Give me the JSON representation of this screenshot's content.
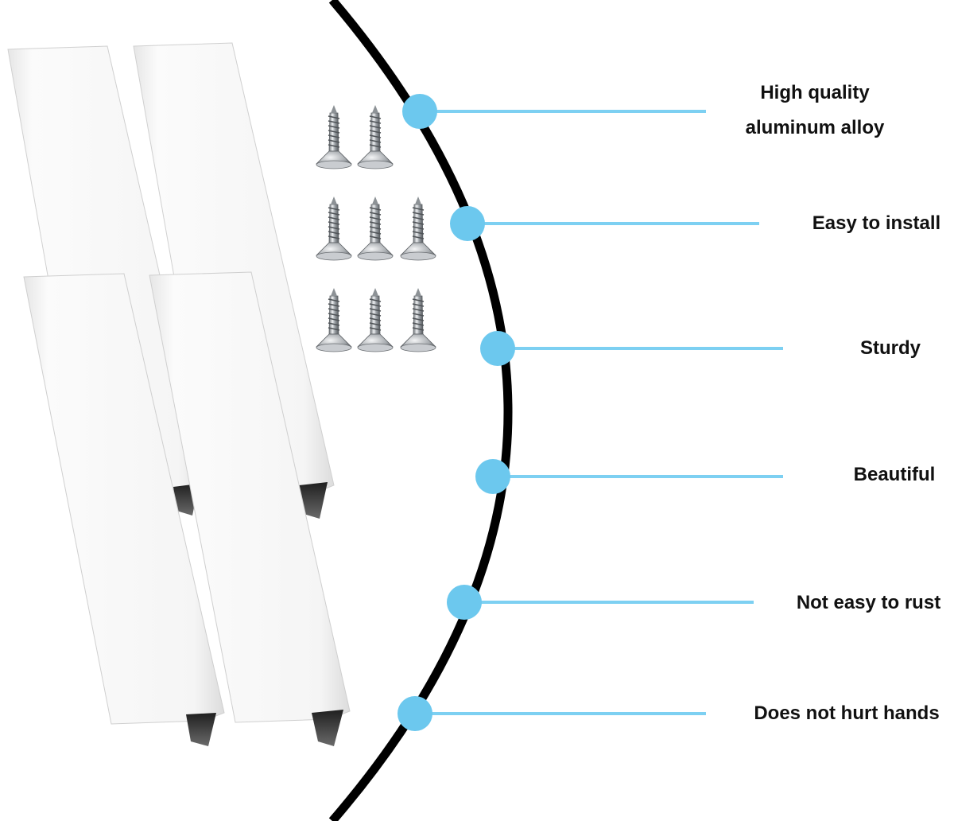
{
  "features": [
    {
      "label": "High quality aluminum alloy",
      "lines": [
        "High quality",
        "aluminum alloy"
      ]
    },
    {
      "label": "Easy to install",
      "lines": [
        "Easy to install"
      ]
    },
    {
      "label": "Sturdy",
      "lines": [
        "Sturdy"
      ]
    },
    {
      "label": "Beautiful",
      "lines": [
        "Beautiful"
      ]
    },
    {
      "label": "Not easy to rust",
      "lines": [
        "Not easy to rust"
      ]
    },
    {
      "label": "Does not hurt hands",
      "lines": [
        "Does not hurt hands"
      ]
    }
  ],
  "product": {
    "name": "white-aluminum-edge-pull-handles",
    "handle_count": 4,
    "screw_count": 8
  },
  "colors": {
    "accent_dot": "#6cc8ee",
    "connector_line": "#7dd0f2",
    "arc": "#000000",
    "label_text": "#111111",
    "handle_face": "#f7f7f7",
    "handle_shadow": "#3a3a3a",
    "screw_metal": "#b9bdc1"
  }
}
